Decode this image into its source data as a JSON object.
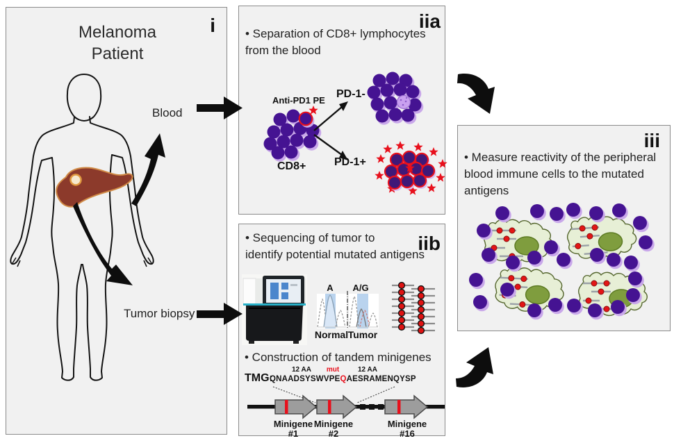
{
  "panel_i": {
    "label": "i",
    "title_line1": "Melanoma",
    "title_line2": "Patient",
    "blood": "Blood",
    "tumor_biopsy": "Tumor biopsy"
  },
  "panel_iia": {
    "label": "iia",
    "bullet_line1": "• Separation of CD8+ lymphocytes",
    "bullet_line2": "from the blood",
    "anti_pd1": "Anti-PD1 PE",
    "cd8": "CD8+",
    "pd1_neg": "PD-1-",
    "pd1_pos": "PD-1+"
  },
  "panel_iib": {
    "label": "iib",
    "bullet_seq_line1": "• Sequencing of tumor to",
    "bullet_seq_line2": "identify potential mutated antigens",
    "normal_allele": "A",
    "tumor_allele": "A/G",
    "normal": "Normal",
    "tumor": "Tumor",
    "bullet_tmg": "• Construction of tandem minigenes",
    "tmg": "TMG:",
    "aa_left": "12 AA",
    "mut": "mut",
    "aa_right": "12 AA",
    "seq_left": "QNAADSYSWVPE",
    "seq_mut": "Q",
    "seq_right": "AESRAMENQYSP",
    "minigenes": [
      {
        "name": "Minigene",
        "num": "#1"
      },
      {
        "name": "Minigene",
        "num": "#2"
      },
      {
        "name": "Minigene",
        "num": "#16"
      }
    ]
  },
  "panel_iii": {
    "label": "iii",
    "bullet_line1": "• Measure reactivity of the peripheral",
    "bullet_line2": "blood immune cells to the mutated",
    "bullet_line3": "antigens"
  },
  "colors": {
    "lymphocyte_purple": "#451392",
    "halo_lavender": "#c9a8ea",
    "pe_red": "#e8101c",
    "liver_red": "#8c3a2b",
    "minigene_gray": "#9d9d9d",
    "apc_green": "#e7efd6",
    "nucleus_olive": "#7f9d3e",
    "teal_stripe": "#28b0c8",
    "chromatogram_blue": "#b9d3ee"
  }
}
